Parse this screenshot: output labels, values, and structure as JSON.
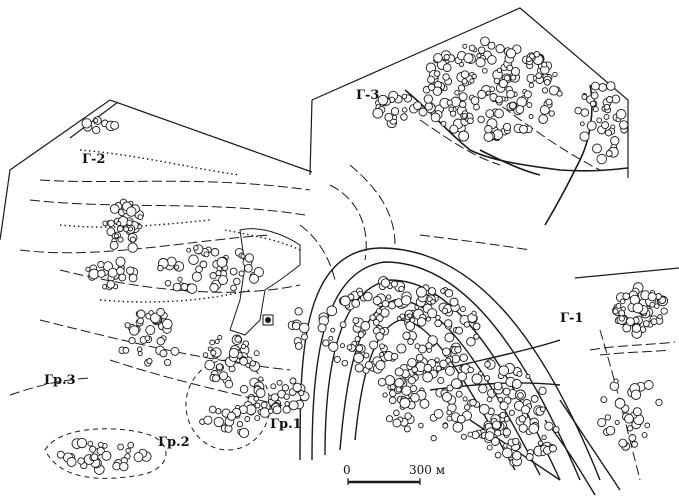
{
  "map": {
    "labels": {
      "g1": "Г-1",
      "g2": "Г-2",
      "g3": "Г-3",
      "gr1": "Гр.1",
      "gr2": "Гр.2",
      "gr3": "Гр.3"
    },
    "scale_bar": {
      "start_label": "0",
      "end_label": "300 м"
    }
  }
}
